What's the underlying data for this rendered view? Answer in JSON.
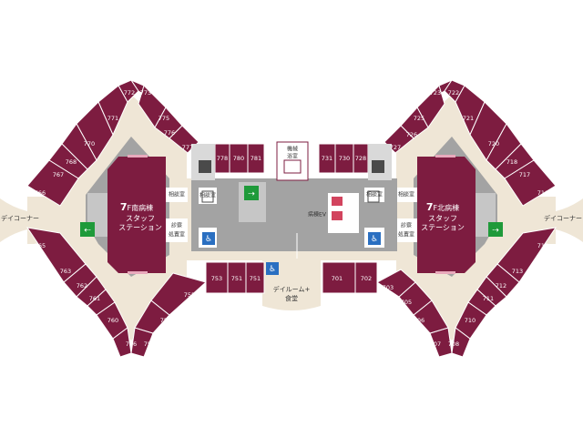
{
  "colors": {
    "room": "#7d1c40",
    "room_line": "#ffffff",
    "corridor": "#efe6d6",
    "core": "#a3a3a3",
    "service": "#d9d9d9",
    "stairs": "#c6c6c6",
    "icon_dark": "#4a4a4a",
    "emergency": "#1f9a3a",
    "accessible": "#2a6fc1",
    "pink": "#e8a9bc"
  },
  "south_wing": {
    "station": {
      "floor": "7",
      "lines": [
        "F南病棟",
        "スタッフ",
        "ステーション"
      ]
    },
    "consult": "相談室",
    "exam_lines": [
      "診察",
      "処置室"
    ],
    "day_corner": "デイコーナー",
    "rooms": {
      "r772": "772",
      "r773": "773",
      "r771": "771",
      "r775": "775",
      "r770": "770",
      "r776": "776",
      "r777": "777",
      "r768": "768",
      "r767": "767",
      "r766": "766",
      "r778": "778",
      "r780": "780",
      "r781": "781",
      "r765": "765",
      "r763": "763",
      "r762": "762",
      "r761": "761",
      "r760": "760",
      "r756": "756",
      "r757": "757",
      "r755": "755",
      "r753": "753",
      "r751": "751",
      "r751b": "751"
    }
  },
  "north_wing": {
    "station": {
      "floor": "7",
      "lines": [
        "F北病棟",
        "スタッフ",
        "ステーション"
      ]
    },
    "consult": "相談室",
    "exam_lines": [
      "診察",
      "処置室"
    ],
    "day_corner": "デイコーナー",
    "rooms": {
      "r723": "723",
      "r722": "722",
      "r725": "725",
      "r721": "721",
      "r726": "726",
      "r720": "720",
      "r727": "727",
      "r718": "718",
      "r717": "717",
      "r716": "716",
      "r731": "731",
      "r730": "730",
      "r728": "728",
      "r715": "715",
      "r713": "713",
      "r712": "712",
      "r711": "711",
      "r710": "710",
      "r708": "708",
      "r707": "707",
      "r706": "706",
      "r705": "705",
      "r703": "703",
      "r702": "702",
      "r701": "701"
    }
  },
  "center": {
    "bath_lines": [
      "機械",
      "浴室"
    ],
    "ward_ev": "病棟EV",
    "dayroom_lines": [
      "デイルーム+",
      "食堂"
    ]
  }
}
